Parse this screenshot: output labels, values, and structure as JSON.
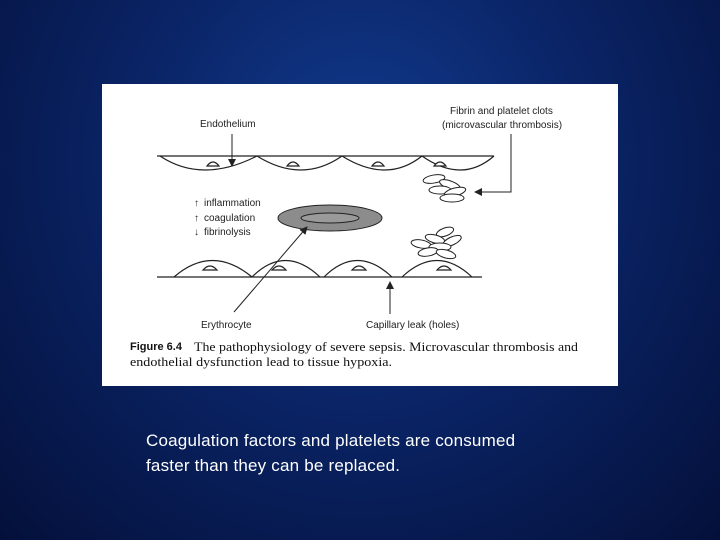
{
  "figure": {
    "labels": {
      "endothelium": "Endothelium",
      "clots_line1": "Fibrin and platelet clots",
      "clots_line2": "(microvascular thrombosis)",
      "inflammation": "inflammation",
      "coagulation": "coagulation",
      "fibrinolysis": "fibrinolysis",
      "erythrocyte": "Erythrocyte",
      "capillary_leak": "Capillary leak (holes)"
    },
    "arrows": {
      "up": "↑",
      "down": "↓"
    },
    "caption": {
      "label": "Figure 6.4",
      "line1": "The pathophysiology of severe sepsis. Microvascular thrombosis and",
      "line2": "endothelial dysfunction lead to tissue hypoxia."
    }
  },
  "slide_caption": {
    "line1": "Coagulation factors and platelets are consumed",
    "line2": "faster than they can be replaced."
  }
}
